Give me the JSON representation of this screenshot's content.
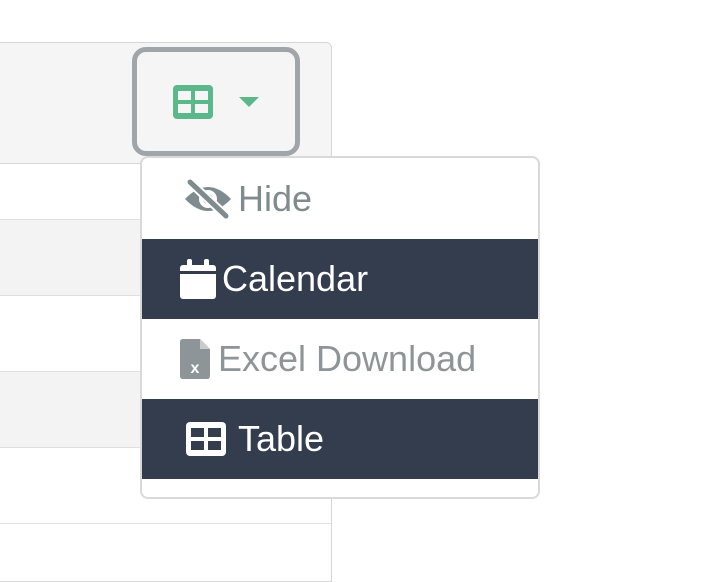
{
  "toolbar": {
    "view_toggle_icon": "table-icon",
    "dropdown_icon": "caret-down-icon",
    "accent_color": "#5bb88a"
  },
  "menu": {
    "items": [
      {
        "label": "Hide",
        "icon": "eye-slash-icon"
      },
      {
        "label": "Calendar",
        "icon": "calendar-icon",
        "active": true
      },
      {
        "label": "Excel Download",
        "icon": "excel-file-icon"
      },
      {
        "label": "Table",
        "icon": "table-icon",
        "active": true
      }
    ],
    "highlight_color": "#333d4d"
  }
}
